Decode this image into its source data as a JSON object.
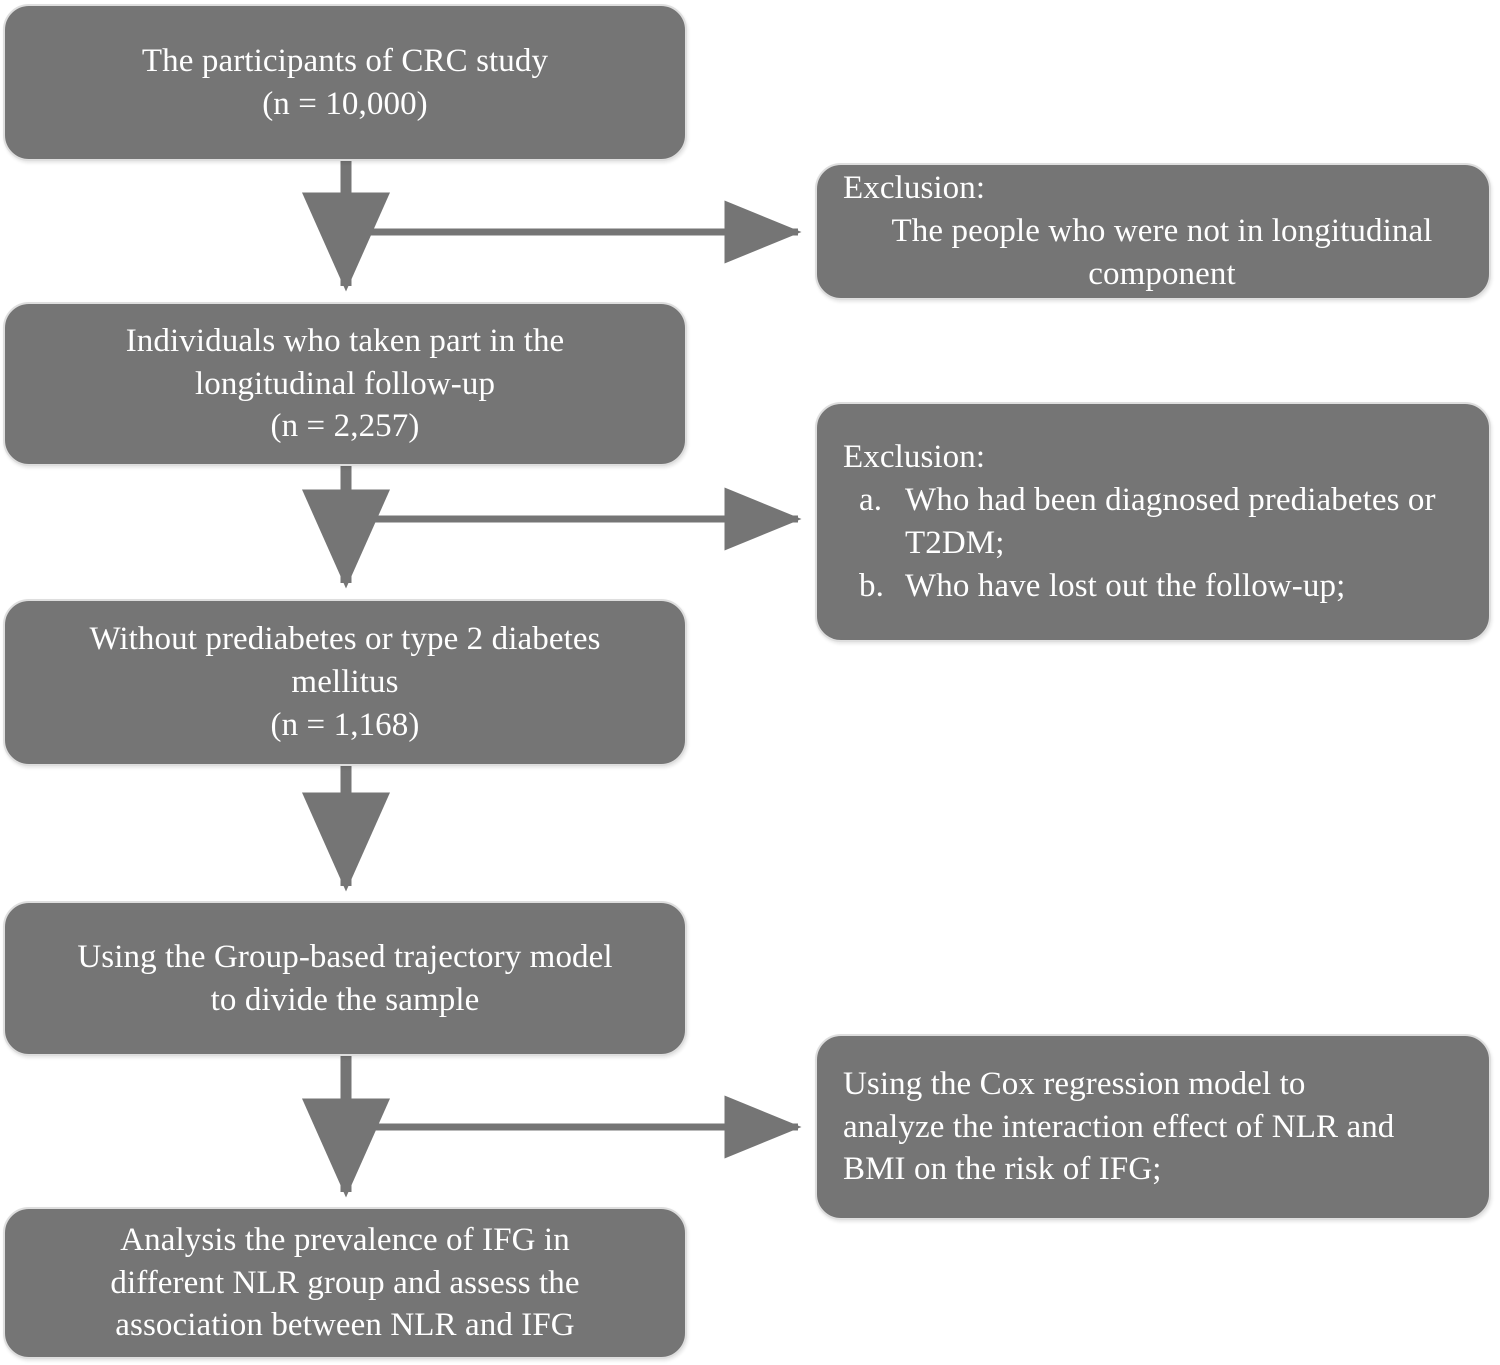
{
  "diagram": {
    "title": "CRC study participant selection flowchart",
    "colors": {
      "node_fill": "#757575",
      "node_border": "#dedede",
      "node_text": "#ffffff",
      "connector": "#757575",
      "background": "#ffffff"
    },
    "nodes": {
      "participants": {
        "line1": "The participants of CRC study",
        "line2": "(n = 10,000)",
        "count": "10,000"
      },
      "exclusion_one": {
        "heading": "Exclusion:",
        "body": "The people who were not in longitudinal component"
      },
      "longitudinal": {
        "line1": "Individuals who taken part in the",
        "line2": "longitudinal follow-up",
        "line3": "(n = 2,257)",
        "count": "2,257"
      },
      "exclusion_two": {
        "heading": "Exclusion:",
        "items": [
          {
            "marker": "a.",
            "text": "Who had been diagnosed prediabetes or T2DM;"
          },
          {
            "marker": "b.",
            "text": "Who have lost out the follow-up;"
          }
        ]
      },
      "without_diabetes": {
        "line1": "Without prediabetes or type 2 diabetes",
        "line2": "mellitus",
        "line3": "(n = 1,168)",
        "count": "1,168"
      },
      "trajectory_model": {
        "line1": "Using the Group-based trajectory model",
        "line2": "to divide the sample"
      },
      "cox_regression": {
        "line1": "Using the Cox regression model to",
        "line2": "analyze the interaction effect of NLR and",
        "line3": "BMI on the risk of IFG;"
      },
      "analysis": {
        "line1": "Analysis the prevalence of IFG in",
        "line2": "different NLR group and assess the",
        "line3": "association between NLR and IFG"
      }
    }
  }
}
